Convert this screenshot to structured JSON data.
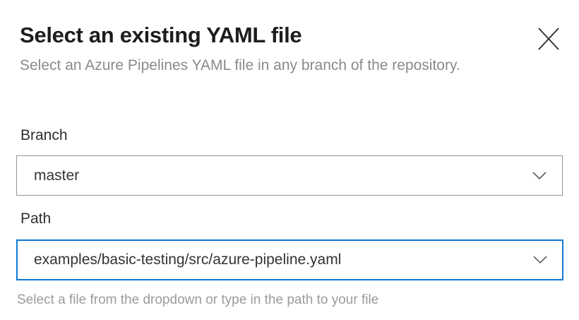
{
  "dialog": {
    "title": "Select an existing YAML file",
    "subtitle": "Select an Azure Pipelines YAML file in any branch of the repository."
  },
  "fields": {
    "branch": {
      "label": "Branch",
      "value": "master"
    },
    "path": {
      "label": "Path",
      "value": "examples/basic-testing/src/azure-pipeline.yaml",
      "helper": "Select a file from the dropdown or type in the path to your file"
    }
  },
  "icons": {
    "close": "close-icon",
    "branch_dropdown": "chevron-down-icon",
    "path_dropdown": "chevron-down-icon"
  },
  "colors": {
    "accent_border": "#0c78d4",
    "input_border_gray": "#949494",
    "title_text": "#1d1d1d",
    "body_text": "#333333",
    "subtitle_gray": "#8a8a8a",
    "helper_gray": "#9b9b9b",
    "background": "#ffffff"
  }
}
